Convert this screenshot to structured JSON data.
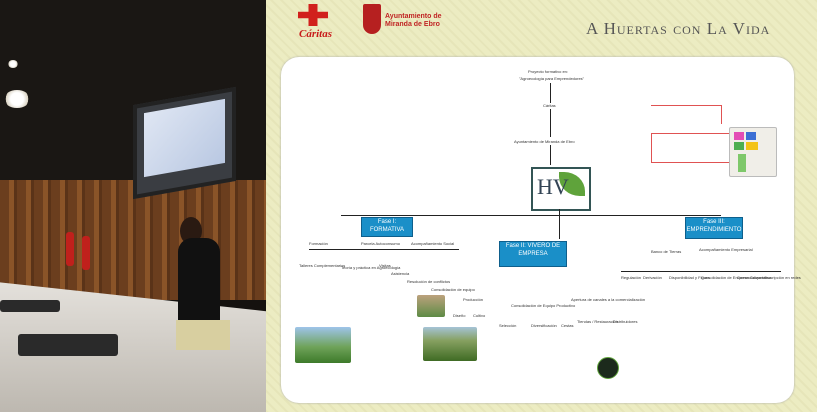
{
  "poster": {
    "brand_left": "Cáritas",
    "municipality": "Ayuntamiento de Miranda de Ebro",
    "title": "A Huertas con La Vida",
    "header_line1": "Proyecto formativo en:",
    "header_line2": "\"Agroecología para Emprendedores\"",
    "caritas": "Cáritas",
    "ayuntamiento": "Ayuntamiento de Miranda de Ebro",
    "logo_text": "HV",
    "phases": {
      "fase1": "Fase I: FORMATIVA",
      "fase2": "Fase II: VIVERO DE EMPRESA",
      "fase3": "Fase III: EMPRENDIMIENTO"
    },
    "fase1_items": [
      "Formación",
      "Parcela Autoconsumo",
      "Acompañamiento Social"
    ],
    "fase1_sub": [
      "Talleres Complementarios",
      "Teoría y práctica en Agroecología",
      "Visitas",
      "Asistencia",
      "Resolución de conflictos",
      "Consolidación de equipo"
    ],
    "fase2_items": [
      "Producción",
      "Consolidación de Equipo Productivo",
      "Apertura de canales a la comercialización"
    ],
    "fase2_sub": [
      "Diseño",
      "Cultivo",
      "Selección",
      "Diversificación",
      "Cestas",
      "Tiendas / Restauración",
      "Distribuidores"
    ],
    "fase3_items": [
      "Banco de Tierras",
      "Acompañamiento Empresarial"
    ],
    "fase3_sub": [
      "Regulación",
      "Derivación",
      "Disponibilidad y Figura",
      "Consolidación de Empresa Cooperativa",
      "Comercialización",
      "Inscripción en redes"
    ]
  }
}
